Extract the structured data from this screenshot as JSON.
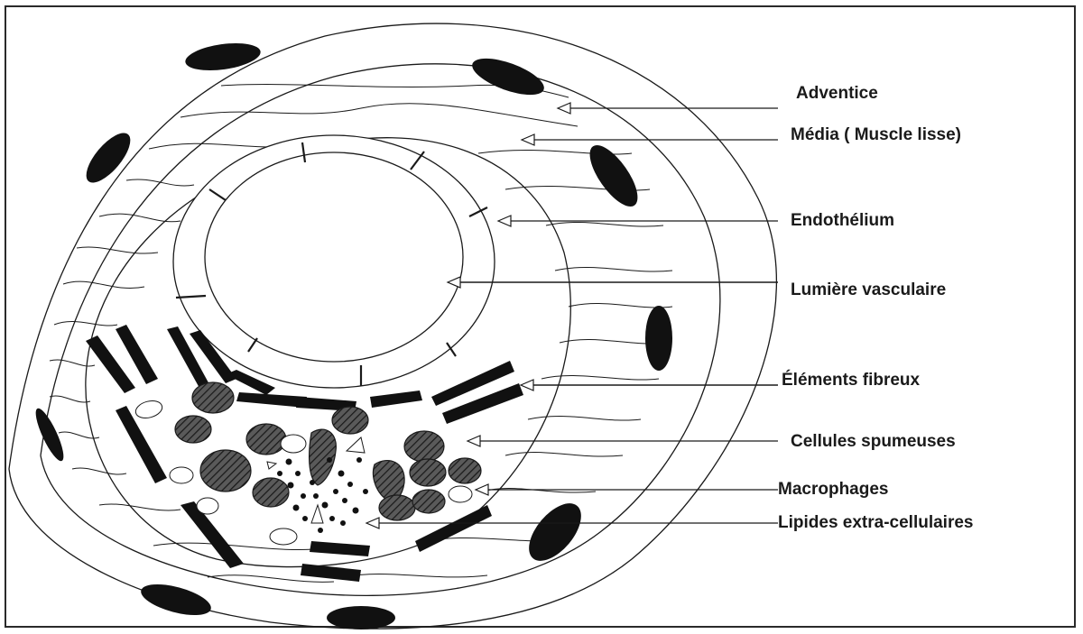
{
  "labels": {
    "adventice": "Adventice",
    "media": "Média ( Muscle lisse)",
    "endothelium": "Endothélium",
    "lumiere": "Lumière vasculaire",
    "elements_fibreux": "Éléments fibreux",
    "cellules_spumeuses": "Cellules spumeuses",
    "macrophages": "Macrophages",
    "lipides": "Lipides extra-cellulaires"
  },
  "colors": {
    "line": "#1a1a1a",
    "macrophage_fill": "#6e6e6e",
    "fibre_fill": "#111111"
  }
}
